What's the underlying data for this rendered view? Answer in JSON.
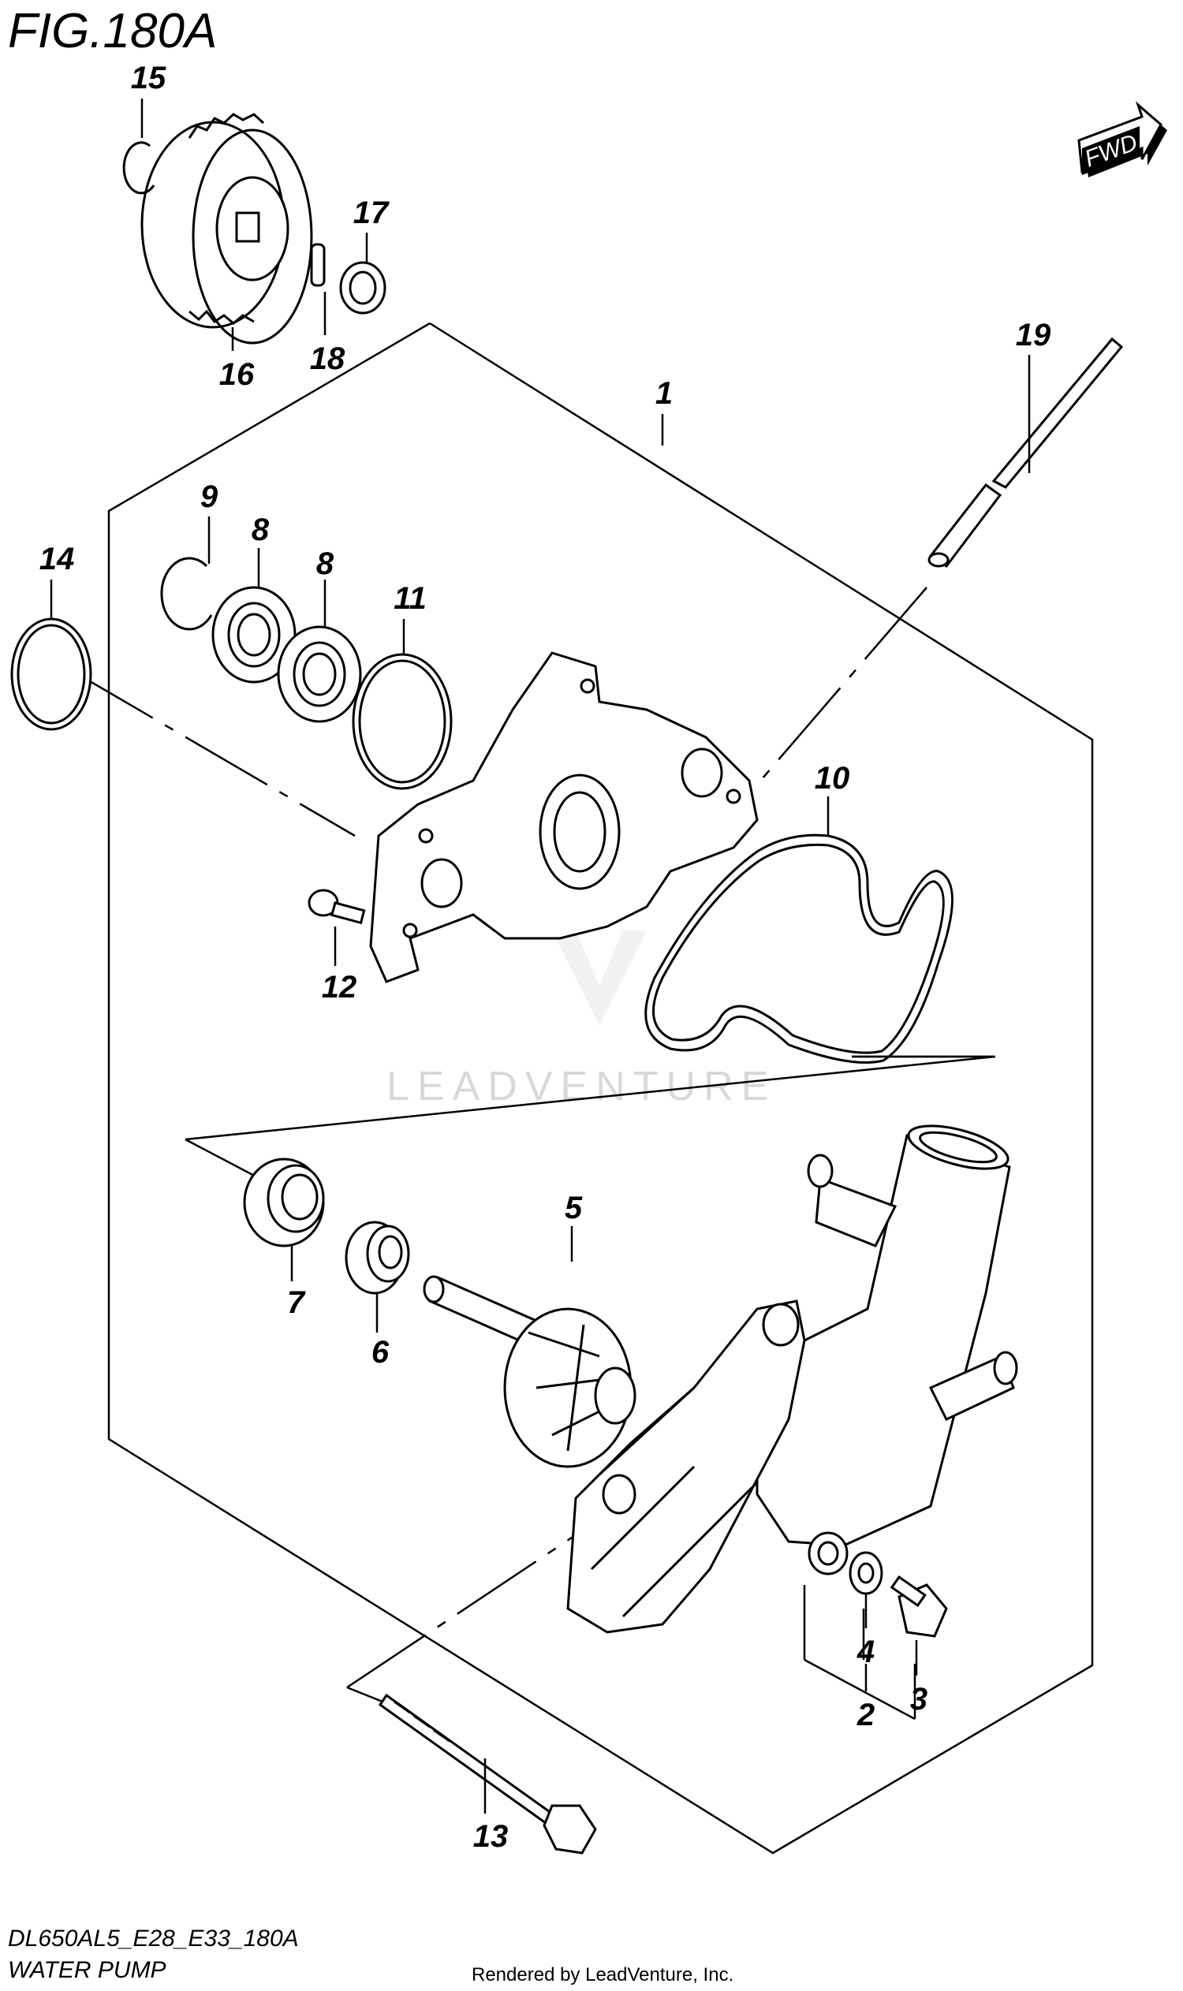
{
  "figure": {
    "title": "FIG.180A",
    "model_code": "DL650AL5_E28_E33_180A",
    "section_name": "WATER PUMP",
    "credit": "Rendered by LeadVenture, Inc.",
    "watermark": "LEADVENTURE",
    "fwd_label": "FWD"
  },
  "callouts": {
    "c1": "1",
    "c2": "2",
    "c3": "3",
    "c4": "4",
    "c5": "5",
    "c6": "6",
    "c7": "7",
    "c8a": "8",
    "c8b": "8",
    "c9": "9",
    "c10": "10",
    "c11": "11",
    "c12": "12",
    "c13": "13",
    "c14": "14",
    "c15": "15",
    "c16": "16",
    "c17": "17",
    "c18": "18",
    "c19": "19"
  }
}
